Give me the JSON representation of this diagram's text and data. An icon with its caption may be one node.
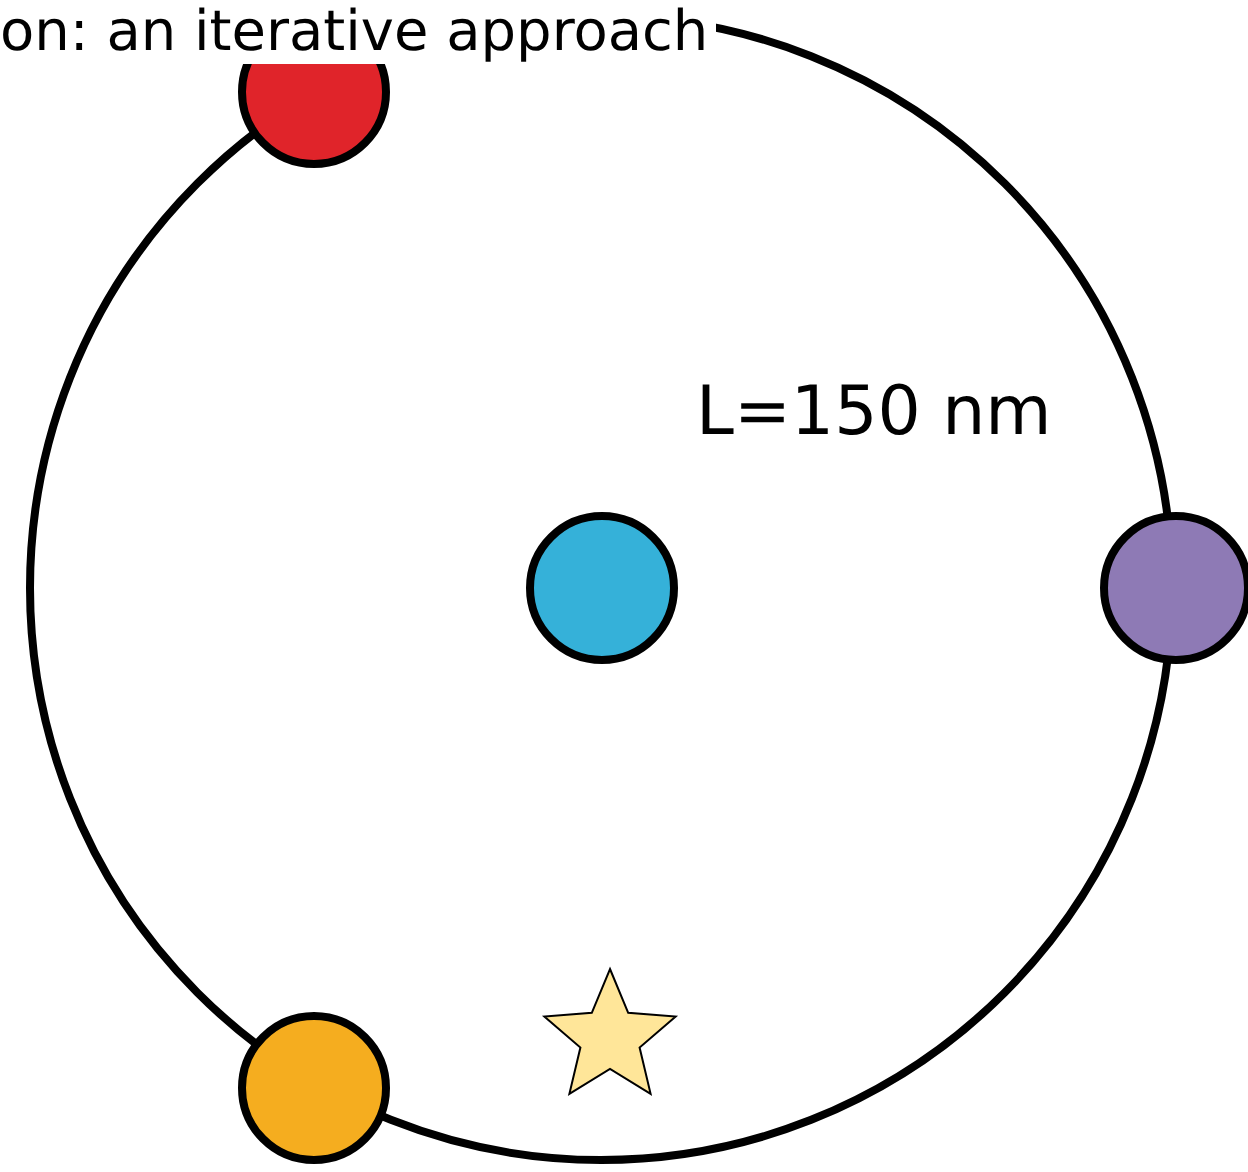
{
  "diagram": {
    "title": "on: an iterative approach",
    "nodes": [
      {
        "text": [],
        "shape": "circle"
      },
      {
        "text": [],
        "shape": "circle"
      },
      {
        "text": [],
        "shape": "circle",
        "in": 0
      },
      {
        "text": [],
        "shape": "circle"
      },
      {
        "text": [],
        "shape": "star",
        "in": 0
      },
      {
        "text": [],
        "shape": "circle"
      }
    ],
    "edges": [],
    "labels": [
      "L=150 nm"
    ]
  }
}
